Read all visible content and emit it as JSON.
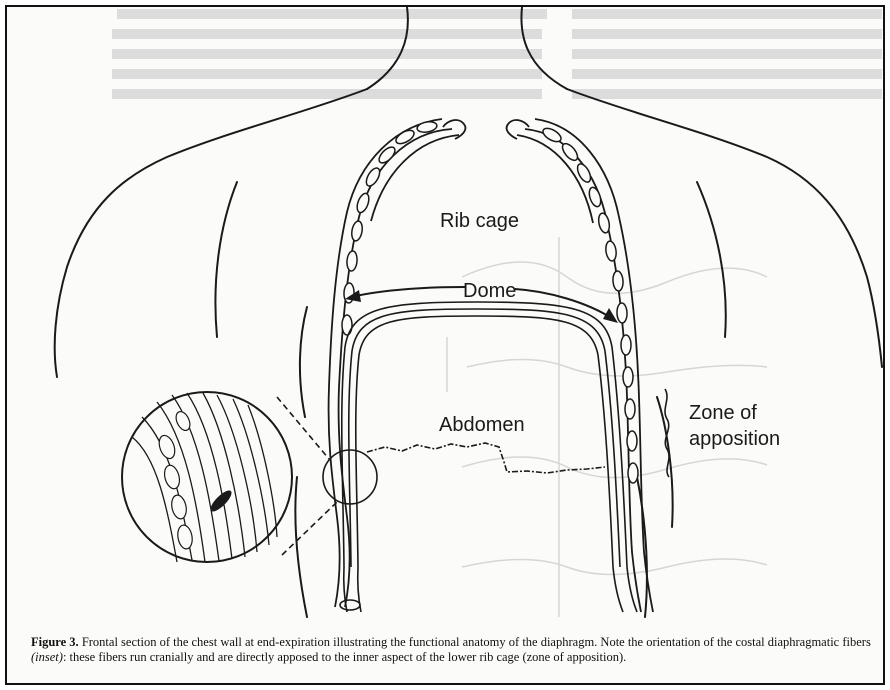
{
  "labels": {
    "rib_cage": "Rib cage",
    "dome": "Dome",
    "abdomen": "Abdomen",
    "zone_line1": "Zone of",
    "zone_line2": "apposition"
  },
  "caption": {
    "figure_label": "Figure 3.",
    "text_part1": " Frontal section of the chest wall at end-expiration illustrating the functional anatomy of the diaphragm. Note the orientation of the costal diaphragmatic fibers ",
    "inset_word": "(inset)",
    "text_part2": ": these fibers run cranially and are directly apposed to the inner aspect of the lower rib cage (zone of apposition)."
  },
  "colors": {
    "ink": "#1a1a1a",
    "paper": "#fbfbf9",
    "bleed": "#d2d2d2"
  }
}
